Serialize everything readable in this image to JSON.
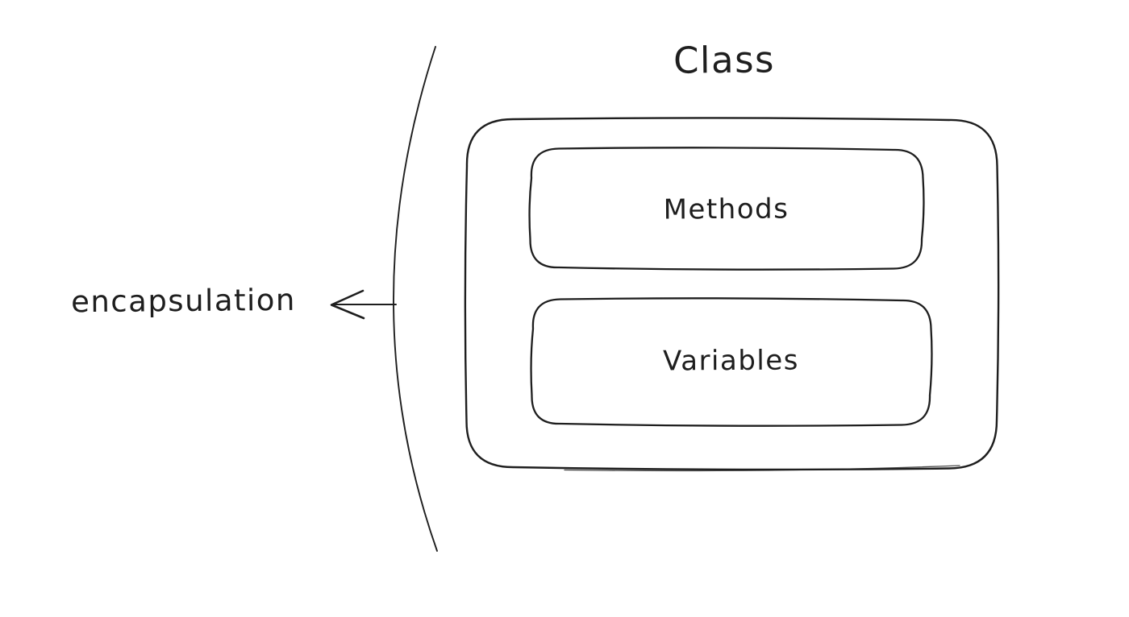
{
  "diagram": {
    "title": "Class",
    "class_box": {
      "methods_label": "Methods",
      "variables_label": "Variables"
    },
    "annotation": {
      "label": "encapsulation"
    }
  },
  "colors": {
    "stroke": "#1e1e1e",
    "background": "#ffffff"
  }
}
